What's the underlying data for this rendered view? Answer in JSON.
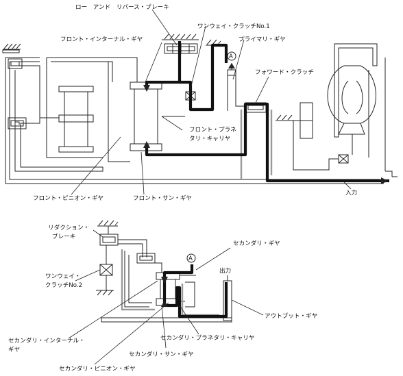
{
  "title": "",
  "labels": {
    "low_reverse_brake": "ロー　アンド　リバース・ブレーキ",
    "one_way_clutch_1": "ワンウェイ・クラッチNo.1",
    "primary_gear": "プライマリ・ギヤ",
    "front_internal_gear": "フロント・インターナル・ギヤ",
    "forward_clutch": "フォワード・クラッチ",
    "front_planetary_carrier_1": "フロント・プラネ",
    "front_planetary_carrier_2": "タリ・キャリヤ",
    "front_pinion_gear": "フロント・ピニオン・ギヤ",
    "front_sun_gear": "フロント・サン・ギヤ",
    "input": "入力",
    "reduction_brake_1": "リダクション・",
    "reduction_brake_2": "ブレーキ",
    "secondary_gear": "セカンダリ・ギヤ",
    "output": "出力",
    "one_way_clutch_2_1": "ワンウェイ・",
    "one_way_clutch_2_2": "クラッチNo.2",
    "output_gear": "アウトプット・ギヤ",
    "secondary_internal_gear_1": "セカンダリ・インターナル・",
    "secondary_internal_gear_2": "ギヤ",
    "secondary_planetary_carrier": "セカンダリ・プラネタリ・キャリヤ",
    "secondary_sun_gear": "セカンダリ・サン・ギヤ",
    "secondary_pinion_gear": "セカンダリ・ピニオン・ギヤ",
    "connector_a_top": "A",
    "connector_a_bottom": "A"
  }
}
